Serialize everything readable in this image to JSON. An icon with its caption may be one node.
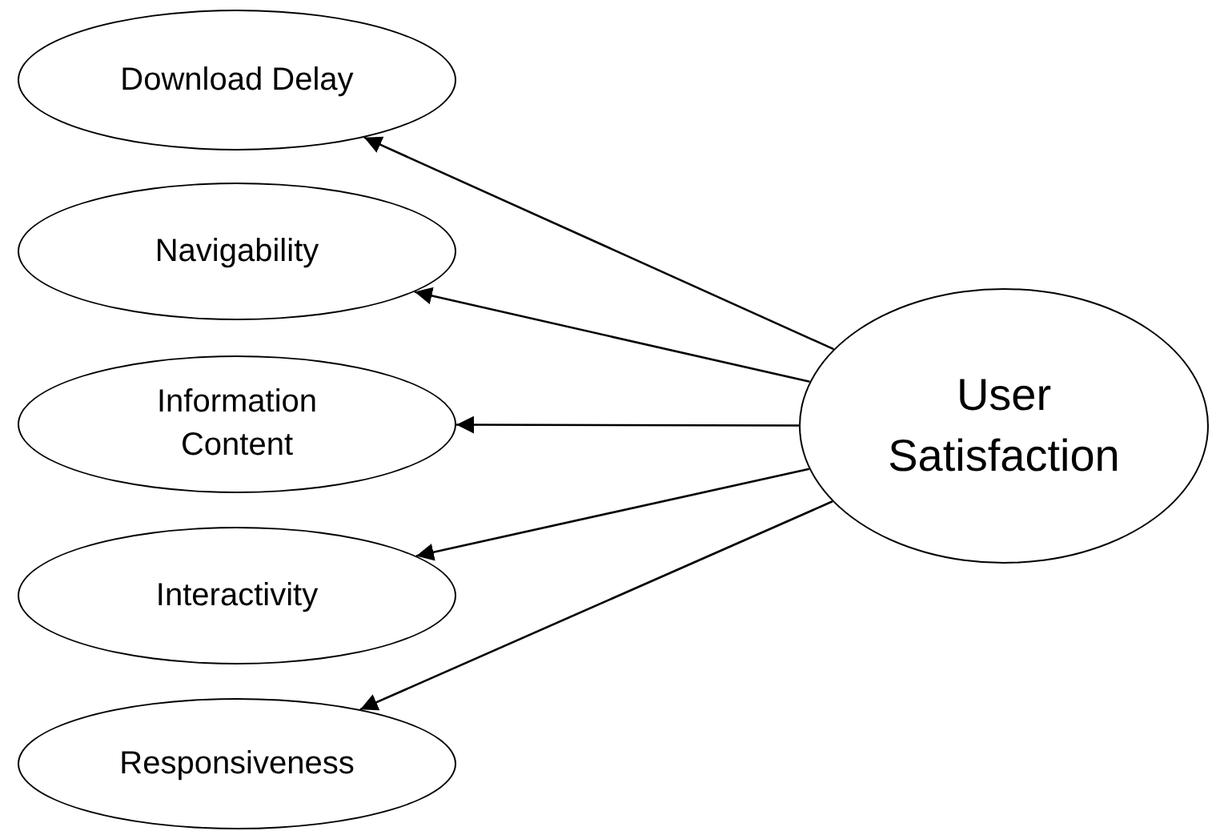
{
  "diagram": {
    "nodes": [
      {
        "text": [
          "Download Delay"
        ]
      },
      {
        "text": [
          "Navigability"
        ]
      },
      {
        "text": [
          "Information Content"
        ]
      },
      {
        "text": [
          "Interactivity"
        ]
      },
      {
        "text": [
          "Responsiveness"
        ]
      },
      {
        "text": [
          "User Satisfaction"
        ]
      }
    ],
    "edges": [
      {
        "from": 5,
        "to": 0,
        "arrow": "to"
      },
      {
        "from": 5,
        "to": 1,
        "arrow": "to"
      },
      {
        "from": 5,
        "to": 2,
        "arrow": "to"
      },
      {
        "from": 5,
        "to": 3,
        "arrow": "to"
      },
      {
        "from": 5,
        "to": 4,
        "arrow": "to"
      }
    ]
  }
}
